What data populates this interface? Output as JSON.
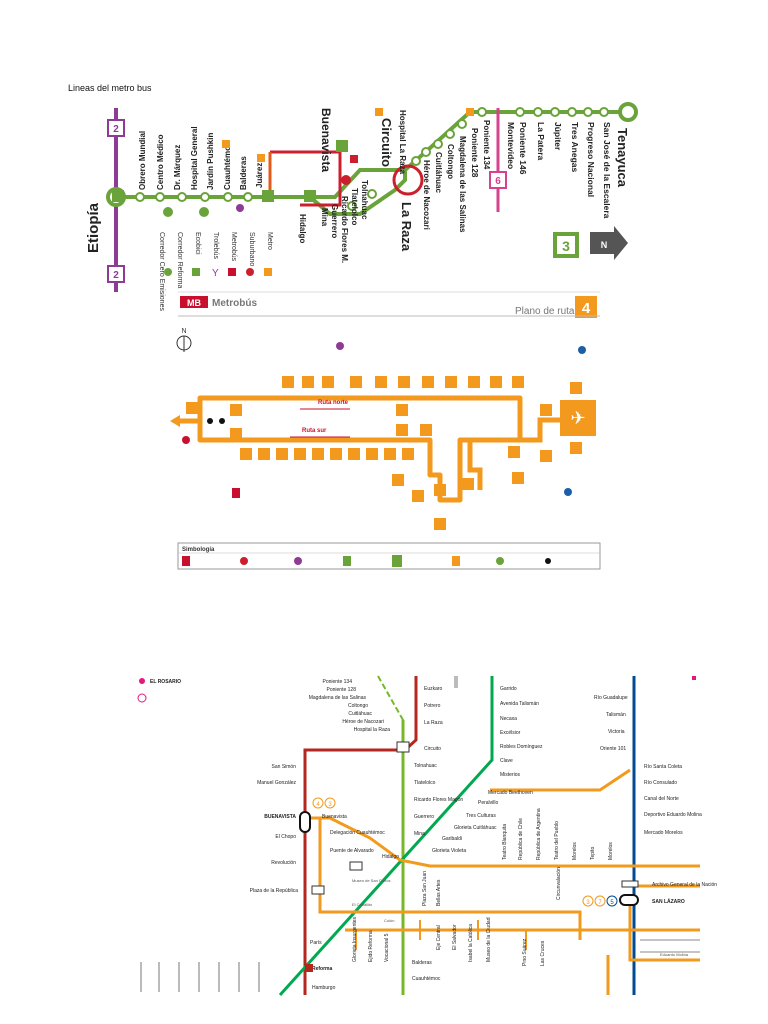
{
  "document": {
    "heading": "Lineas del metro bus"
  },
  "map1": {
    "name": "metrobus-line-3",
    "terminals": {
      "north": "Tenayuca",
      "south": "Etiopía"
    },
    "stations_top": [
      "San José de la Escalera",
      "Progreso Nacional",
      "Tres Anegas",
      "Júpiter",
      "La Patera",
      "Poniente 146",
      "Montevideo"
    ],
    "stations_mid": [
      "Poniente 134",
      "Poniente 128",
      "Magdalena de las Salinas",
      "Coltongo",
      "Cuitláhuac",
      "Héroe de Nacozari",
      "Hospital La Raza"
    ],
    "major_labels": [
      "Buenavista",
      "Circuito",
      "La Raza"
    ],
    "stations_diag": [
      "Tolnahuac",
      "Tlatelolco",
      "Ricardo Flores M.",
      "Guerrero",
      "Mina"
    ],
    "stations_bottom": [
      "Juárez",
      "Balderas",
      "Cuauhtémoc",
      "Jardín Pushkin",
      "Hospital General",
      "Dr. Márquez",
      "Centro Médico",
      "Obrero Mundial"
    ],
    "hidalgo": "Hidalgo",
    "line_badge": "3",
    "line6_badge": "6",
    "line2_badge": "2",
    "legend": [
      "Metro",
      "Suburbano",
      "Metrobús",
      "Trolebús",
      "Ecobici",
      "Corredor Reforma",
      "Corredor Cero Emisiones"
    ],
    "compass": "N",
    "colors": {
      "line3": "#6aa33a",
      "line1": "#cc1f2d",
      "line2": "#8e3b96",
      "metro6": "#d6428f",
      "suburbano": "#e35b1a"
    }
  },
  "map2": {
    "brand": "Metrobús",
    "title": "Plano de ruta",
    "line_badge": "4",
    "route_north": "Ruta norte",
    "route_south": "Ruta sur",
    "compass": "N",
    "legend_title": "Simbología",
    "colors": {
      "line4": "#f39a1e",
      "brand": "#c8102e"
    }
  },
  "map3": {
    "stations_left_top": [
      "EL ROSARIO",
      "Poniente 134",
      "Poniente 128",
      "Magdalena de las Salinas",
      "Coltongo",
      "Cuitláhuac",
      "Héroe de Nacozari",
      "Hospital la Raza"
    ],
    "stations_col1": [
      "San Simón",
      "Manuel González",
      "BUENAVISTA",
      "El Chopo",
      "Revolución",
      "Plaza de la República",
      "París",
      "Reforma",
      "Hamburgo"
    ],
    "stations_col2": [
      "Buenavista",
      "Delegación Cuauhtémoc",
      "Puente de Alvarado",
      "Hidalgo"
    ],
    "stations_center": [
      "Euzkaro",
      "Potrero",
      "La Raza",
      "Circuito",
      "Tolnahuac",
      "Tlatelolco",
      "Ricardo Flores Magón",
      "Guerrero",
      "Mina"
    ],
    "stations_center2": [
      "Garrido",
      "Avenida Talismán",
      "Necaxa",
      "Excélsior",
      "Robles Domínguez",
      "Clave",
      "Misterios",
      "Mercado Beethoven",
      "Peralvillo",
      "Tres Culturas",
      "Glorieta Cuitláhuac",
      "Garibaldi",
      "Glorieta Violeta"
    ],
    "stations_right": [
      "Río Guadalupe",
      "Talismán",
      "Victoria",
      "Oriente 101",
      "Río Santa Coleta",
      "Río Consulado",
      "Canal del Norte",
      "Deportivo Eduardo Molina",
      "Mercado Morelos",
      "Archivo General de la Nación",
      "SAN LÁZARO"
    ],
    "stations_vertical": [
      "Plaza San Juan",
      "Bellas Artes",
      "Teatro Blanquita",
      "República de Chile",
      "República de Argentina",
      "Teatro del Pueblo",
      "Morelos",
      "Tepito",
      "Morelos"
    ],
    "stations_bottom_row": [
      "Museo de San Carlos",
      "El Caballito",
      "Colón",
      "Glorieta Insurgentes",
      "Ejido Reforma",
      "Vocacional 5",
      "Balderas",
      "Cuauhtémoc",
      "Isabel la Católica",
      "Museo de la Ciudad",
      "El Salvador",
      "Eje Central",
      "Pino Suárez",
      "Las Cruces",
      "Circunvalación",
      "Eduardo Molina"
    ],
    "line_numbers": [
      "4",
      "3",
      "7",
      "5"
    ],
    "colors": {
      "line1": "#b5261e",
      "line2": "#7e57c2",
      "line3": "#76b82a",
      "line4": "#f29a1e",
      "line5": "#004b93",
      "line6": "#e3177e",
      "line7": "#00a94f"
    }
  }
}
